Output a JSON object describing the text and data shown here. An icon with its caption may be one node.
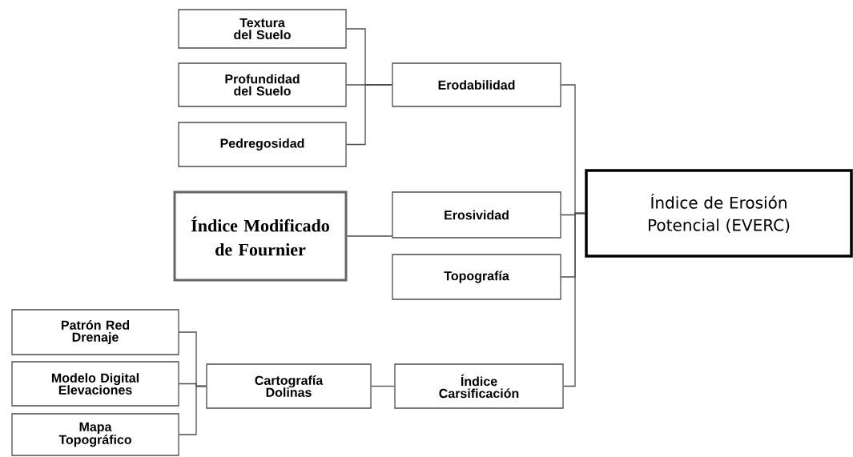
{
  "diagram": {
    "nodes": [
      {
        "text": [
          "Textura del Suelo"
        ]
      },
      {
        "text": [
          "Profundidad del Suelo"
        ]
      },
      {
        "text": [
          "Pedregosidad"
        ]
      },
      {
        "text": [
          "Erodabilidad"
        ]
      },
      {
        "text": [
          "Índice Modificado de Fournier"
        ]
      },
      {
        "text": [
          "Erosividad"
        ]
      },
      {
        "text": [
          "Topografía"
        ]
      },
      {
        "text": [
          "Índice de Erosión Potencial (EVERC)"
        ]
      },
      {
        "text": [
          "Patrón Red Drenaje"
        ]
      },
      {
        "text": [
          "Modelo Digital Elevaciones"
        ]
      },
      {
        "text": [
          "Mapa Topográfico"
        ]
      },
      {
        "text": [
          "Cartografía Dolinas"
        ]
      },
      {
        "text": [
          "Índice Carsificación"
        ]
      }
    ],
    "edges": [
      {
        "from": 0,
        "to": 3,
        "arrow": "none"
      },
      {
        "from": 1,
        "to": 3,
        "arrow": "none"
      },
      {
        "from": 2,
        "to": 3,
        "arrow": "none"
      },
      {
        "from": 4,
        "to": 5,
        "arrow": "none"
      },
      {
        "from": 3,
        "to": 7,
        "arrow": "none"
      },
      {
        "from": 5,
        "to": 7,
        "arrow": "none"
      },
      {
        "from": 6,
        "to": 7,
        "arrow": "none"
      },
      {
        "from": 12,
        "to": 7,
        "arrow": "none"
      },
      {
        "from": 8,
        "to": 11,
        "arrow": "none"
      },
      {
        "from": 9,
        "to": 11,
        "arrow": "none"
      },
      {
        "from": 10,
        "to": 11,
        "arrow": "none"
      },
      {
        "from": 11,
        "to": 12,
        "arrow": "none"
      }
    ]
  }
}
